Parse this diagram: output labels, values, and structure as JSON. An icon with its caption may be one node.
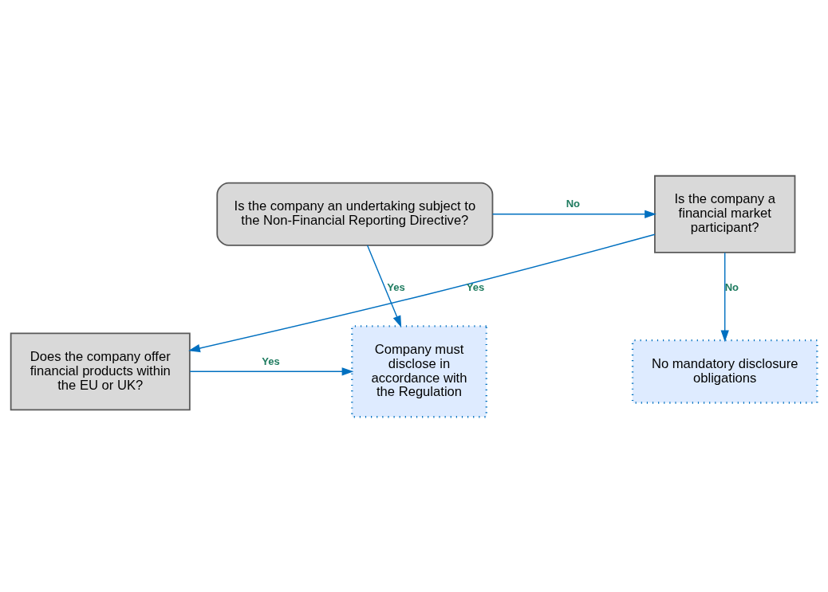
{
  "diagram": {
    "nodes": [
      {
        "text": [
          "Is the company an undertaking subject to the Non-Financial Reporting Directive?"
        ]
      },
      {
        "text": [
          "Is the company a financial market participant?"
        ]
      },
      {
        "text": [
          "Company must disclose in accordance with the Regulation"
        ]
      },
      {
        "text": [
          "Does the company offer financial products within the EU or UK?"
        ]
      },
      {
        "text": [
          "No mandatory disclosure obligations"
        ]
      }
    ],
    "edges": [
      {
        "from": 0,
        "to": 1,
        "arrow": "to",
        "label": "No"
      },
      {
        "from": 0,
        "to": 2,
        "arrow": "to",
        "label": "Yes"
      },
      {
        "from": 1,
        "to": 3,
        "arrow": "to",
        "label": "Yes"
      },
      {
        "from": 3,
        "to": 2,
        "arrow": "to",
        "label": "Yes"
      },
      {
        "from": 1,
        "to": 4,
        "arrow": "to",
        "label": "No"
      }
    ]
  }
}
